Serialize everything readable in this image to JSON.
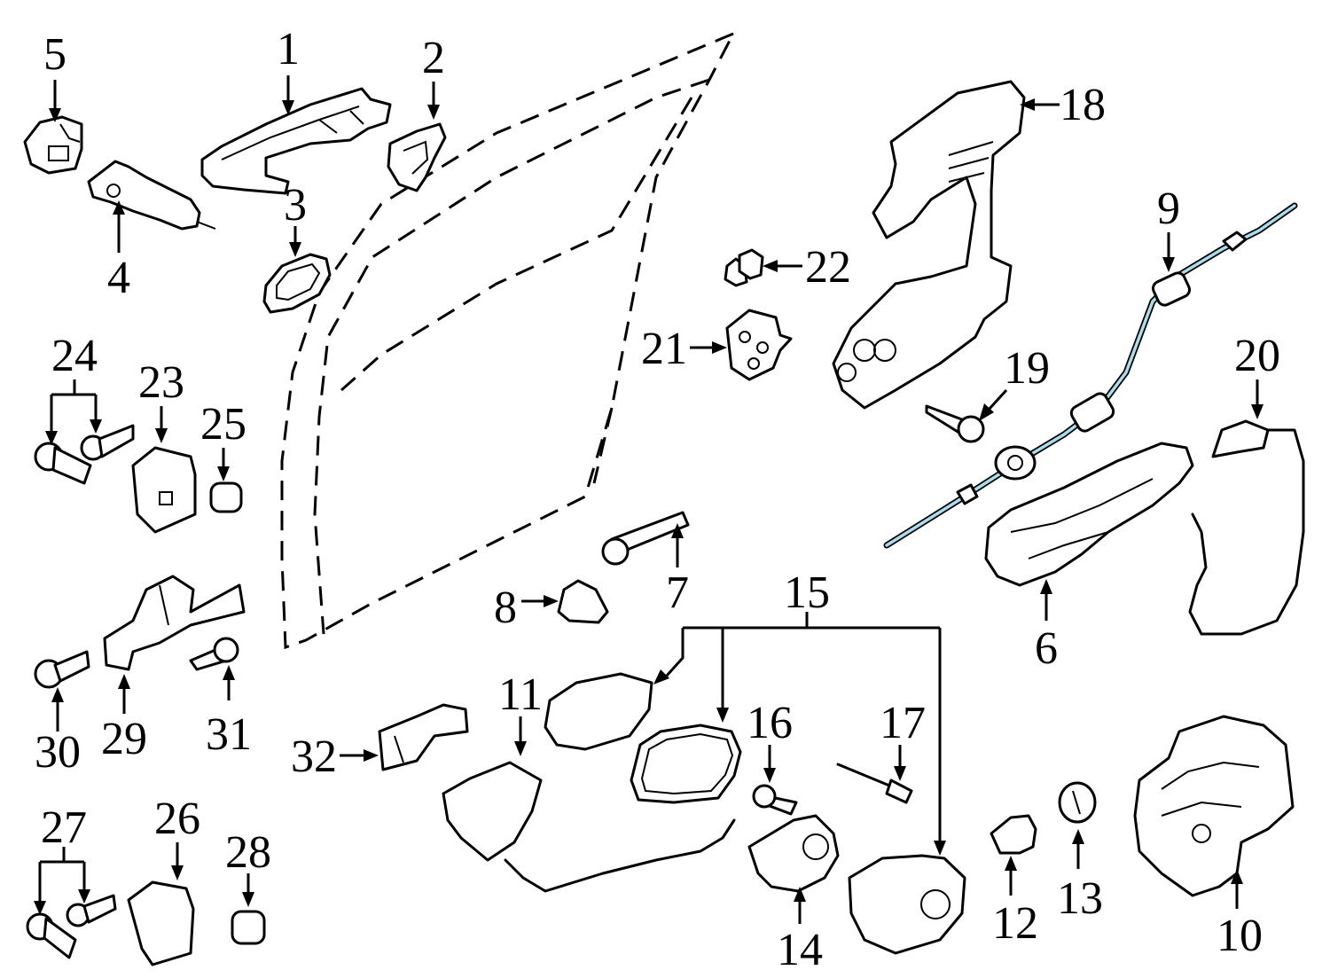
{
  "diagram": {
    "highlight_color": "#a9dcec",
    "callouts": [
      {
        "id": "c1",
        "text": "1"
      },
      {
        "id": "c2",
        "text": "2"
      },
      {
        "id": "c3",
        "text": "3"
      },
      {
        "id": "c4",
        "text": "4"
      },
      {
        "id": "c5",
        "text": "5"
      },
      {
        "id": "c6",
        "text": "6"
      },
      {
        "id": "c7",
        "text": "7"
      },
      {
        "id": "c8",
        "text": "8"
      },
      {
        "id": "c9",
        "text": "9"
      },
      {
        "id": "c10",
        "text": "10"
      },
      {
        "id": "c11",
        "text": "11"
      },
      {
        "id": "c12",
        "text": "12"
      },
      {
        "id": "c13",
        "text": "13"
      },
      {
        "id": "c14",
        "text": "14"
      },
      {
        "id": "c15",
        "text": "15"
      },
      {
        "id": "c16",
        "text": "16"
      },
      {
        "id": "c17",
        "text": "17"
      },
      {
        "id": "c18",
        "text": "18"
      },
      {
        "id": "c19",
        "text": "19"
      },
      {
        "id": "c20",
        "text": "20"
      },
      {
        "id": "c21",
        "text": "21"
      },
      {
        "id": "c22",
        "text": "22"
      },
      {
        "id": "c23",
        "text": "23"
      },
      {
        "id": "c24",
        "text": "24"
      },
      {
        "id": "c25",
        "text": "25"
      },
      {
        "id": "c26",
        "text": "26"
      },
      {
        "id": "c27",
        "text": "27"
      },
      {
        "id": "c28",
        "text": "28"
      },
      {
        "id": "c29",
        "text": "29"
      },
      {
        "id": "c30",
        "text": "30"
      },
      {
        "id": "c31",
        "text": "31"
      },
      {
        "id": "c32",
        "text": "32"
      }
    ]
  }
}
